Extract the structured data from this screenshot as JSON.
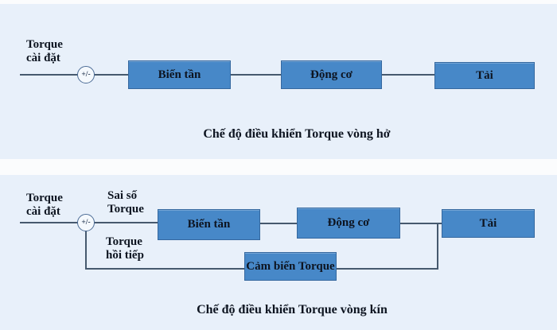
{
  "colors": {
    "page_bg": "#fbfcfd",
    "panel_bg": "#e8f0fa",
    "box_fill": "#4788c8",
    "box_border": "#35689f",
    "line": "#46596e",
    "text": "#0d1420",
    "node_fill": "#f5f9fd",
    "node_border": "#4c6c96"
  },
  "diagram_open_loop": {
    "setpoint_label": {
      "line1": "Torque",
      "line2": "cài đặt"
    },
    "summing_node": "+/-",
    "blocks": [
      {
        "label": "Biến tần"
      },
      {
        "label": "Động cơ"
      },
      {
        "label": "Tải"
      }
    ],
    "caption": "Chế độ điều khiển Torque vòng hở"
  },
  "diagram_closed_loop": {
    "setpoint_label": {
      "line1": "Torque",
      "line2": "cài đặt"
    },
    "summing_node": "+/-",
    "error_label": {
      "line1": "Sai số",
      "line2": "Torque"
    },
    "feedback_label": {
      "line1": "Torque",
      "line2": "hồi tiếp"
    },
    "blocks": [
      {
        "label": "Biến tần"
      },
      {
        "label": "Động cơ"
      },
      {
        "label": "Tải"
      },
      {
        "label": "Cảm biến Torque"
      }
    ],
    "caption": "Chế độ điều khiển Torque vòng kín"
  }
}
